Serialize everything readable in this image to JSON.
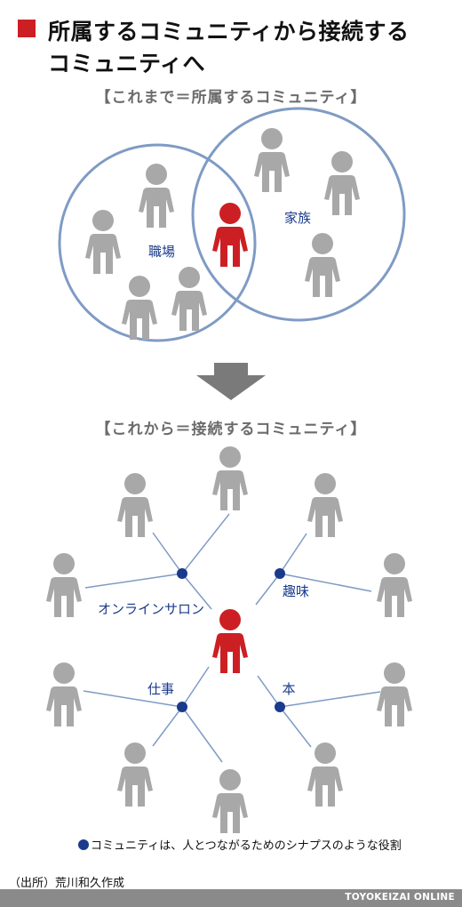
{
  "title": {
    "line1": "所属するコミュニティから接続する",
    "line2": "コミュニティへ"
  },
  "section_before": {
    "label": "【これまで＝所属するコミュニティ】",
    "left_circle_label": "職場",
    "right_circle_label": "家族"
  },
  "section_after": {
    "label": "【これから＝接続するコミュニティ】",
    "hubs": [
      {
        "id": "online-salon",
        "label": "オンラインサロン"
      },
      {
        "id": "hobby",
        "label": "趣味"
      },
      {
        "id": "work",
        "label": "仕事"
      },
      {
        "id": "book",
        "label": "本"
      }
    ]
  },
  "legend": {
    "text": "コミュニティは、人とつながるためのシナプスのような役割"
  },
  "source": {
    "text": "（出所）荒川和久作成"
  },
  "footer": {
    "brand": "TOYOKEIZAI ONLINE"
  },
  "colors": {
    "person_gray": "#a8a8a8",
    "person_red": "#cc1f24",
    "circle_stroke": "#7f9bc4",
    "hub_blue": "#1a3a8c",
    "title_square": "#cc1f24",
    "arrow_gray": "#7a7a7a"
  }
}
